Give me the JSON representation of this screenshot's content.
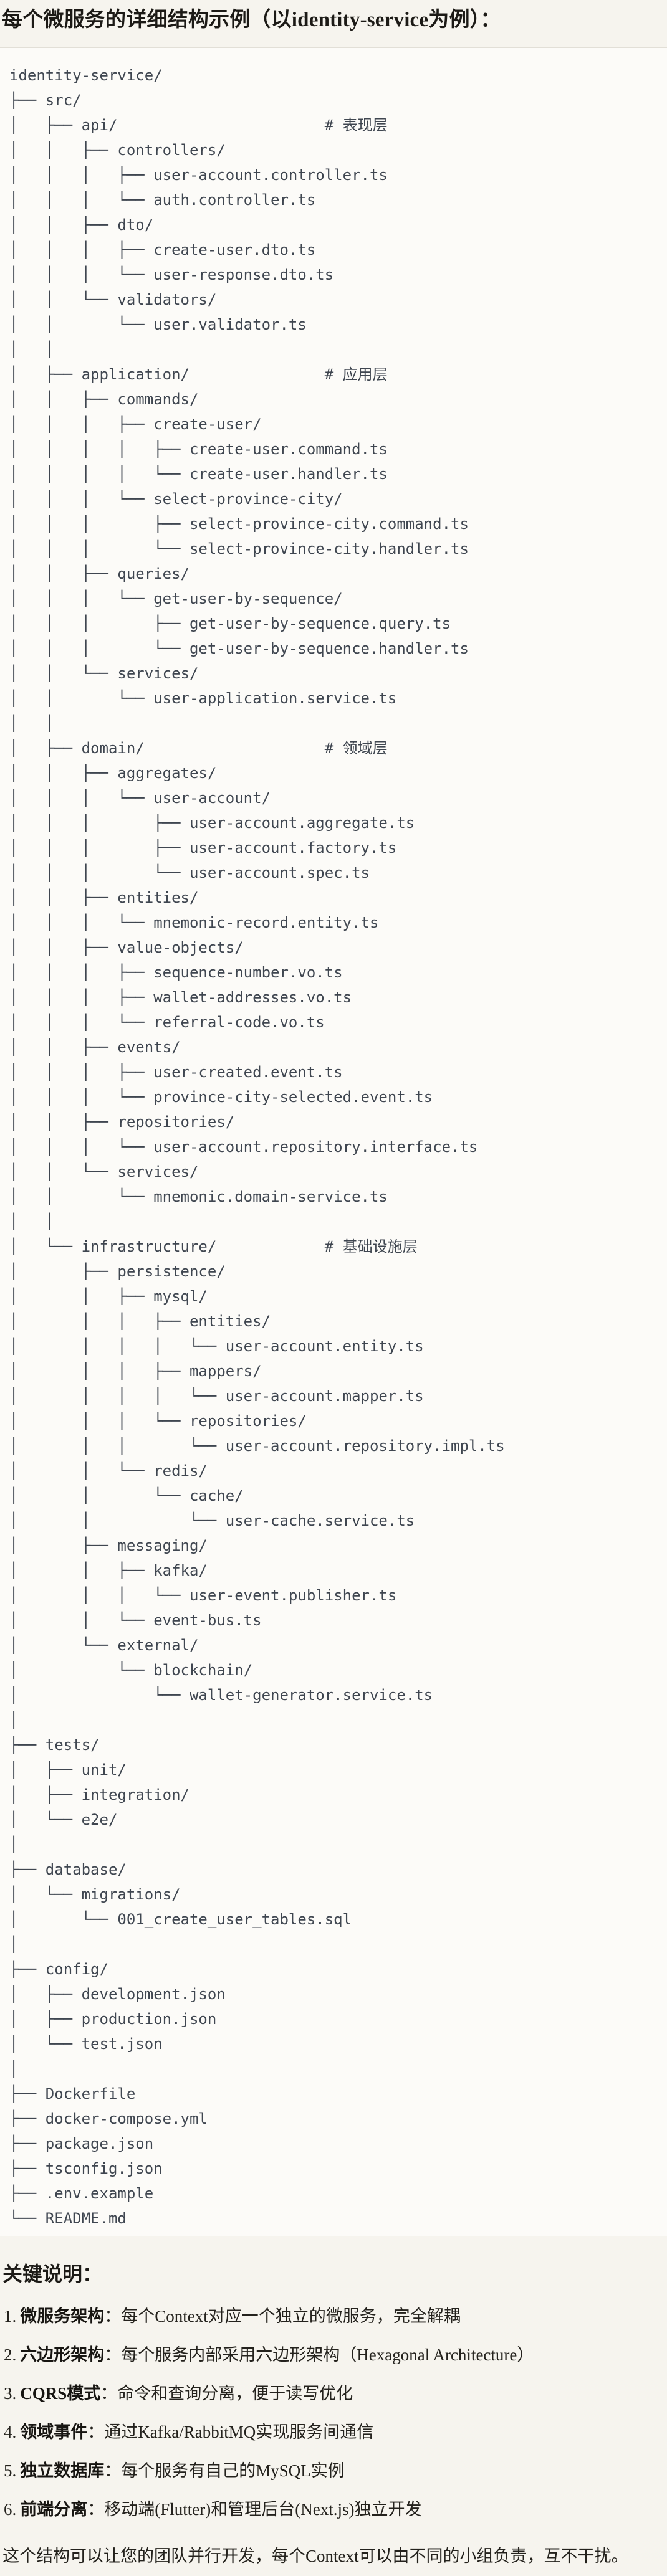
{
  "header": {
    "title": "每个微服务的详细结构示例（以identity-service为例）："
  },
  "tree": {
    "lines": [
      "identity-service/",
      "├── src/",
      "│   ├── api/                       # 表现层",
      "│   │   ├── controllers/",
      "│   │   │   ├── user-account.controller.ts",
      "│   │   │   └── auth.controller.ts",
      "│   │   ├── dto/",
      "│   │   │   ├── create-user.dto.ts",
      "│   │   │   └── user-response.dto.ts",
      "│   │   └── validators/",
      "│   │       └── user.validator.ts",
      "│   │",
      "│   ├── application/               # 应用层",
      "│   │   ├── commands/",
      "│   │   │   ├── create-user/",
      "│   │   │   │   ├── create-user.command.ts",
      "│   │   │   │   └── create-user.handler.ts",
      "│   │   │   └── select-province-city/",
      "│   │   │       ├── select-province-city.command.ts",
      "│   │   │       └── select-province-city.handler.ts",
      "│   │   ├── queries/",
      "│   │   │   └── get-user-by-sequence/",
      "│   │   │       ├── get-user-by-sequence.query.ts",
      "│   │   │       └── get-user-by-sequence.handler.ts",
      "│   │   └── services/",
      "│   │       └── user-application.service.ts",
      "│   │",
      "│   ├── domain/                    # 领域层",
      "│   │   ├── aggregates/",
      "│   │   │   └── user-account/",
      "│   │   │       ├── user-account.aggregate.ts",
      "│   │   │       ├── user-account.factory.ts",
      "│   │   │       └── user-account.spec.ts",
      "│   │   ├── entities/",
      "│   │   │   └── mnemonic-record.entity.ts",
      "│   │   ├── value-objects/",
      "│   │   │   ├── sequence-number.vo.ts",
      "│   │   │   ├── wallet-addresses.vo.ts",
      "│   │   │   └── referral-code.vo.ts",
      "│   │   ├── events/",
      "│   │   │   ├── user-created.event.ts",
      "│   │   │   └── province-city-selected.event.ts",
      "│   │   ├── repositories/",
      "│   │   │   └── user-account.repository.interface.ts",
      "│   │   └── services/",
      "│   │       └── mnemonic.domain-service.ts",
      "│   │",
      "│   └── infrastructure/            # 基础设施层",
      "│       ├── persistence/",
      "│       │   ├── mysql/",
      "│       │   │   ├── entities/",
      "│       │   │   │   └── user-account.entity.ts",
      "│       │   │   ├── mappers/",
      "│       │   │   │   └── user-account.mapper.ts",
      "│       │   │   └── repositories/",
      "│       │   │       └── user-account.repository.impl.ts",
      "│       │   └── redis/",
      "│       │       └── cache/",
      "│       │           └── user-cache.service.ts",
      "│       ├── messaging/",
      "│       │   ├── kafka/",
      "│       │   │   └── user-event.publisher.ts",
      "│       │   └── event-bus.ts",
      "│       └── external/",
      "│           └── blockchain/",
      "│               └── wallet-generator.service.ts",
      "│",
      "├── tests/",
      "│   ├── unit/",
      "│   ├── integration/",
      "│   └── e2e/",
      "│",
      "├── database/",
      "│   └── migrations/",
      "│       └── 001_create_user_tables.sql",
      "│",
      "├── config/",
      "│   ├── development.json",
      "│   ├── production.json",
      "│   └── test.json",
      "│",
      "├── Dockerfile",
      "├── docker-compose.yml",
      "├── package.json",
      "├── tsconfig.json",
      "├── .env.example",
      "└── README.md"
    ]
  },
  "notes": {
    "heading": "关键说明：",
    "items": [
      {
        "num": "1.",
        "label": "微服务架构",
        "text": "：每个Context对应一个独立的微服务，完全解耦"
      },
      {
        "num": "2.",
        "label": "六边形架构",
        "text": "：每个服务内部采用六边形架构（Hexagonal Architecture）"
      },
      {
        "num": "3.",
        "label": "CQRS模式",
        "text": "：命令和查询分离，便于读写优化"
      },
      {
        "num": "4.",
        "label": "领域事件",
        "text": "：通过Kafka/RabbitMQ实现服务间通信"
      },
      {
        "num": "5.",
        "label": "独立数据库",
        "text": "：每个服务有自己的MySQL实例"
      },
      {
        "num": "6.",
        "label": "前端分离",
        "text": "：移动端(Flutter)和管理后台(Next.js)独立开发"
      }
    ]
  },
  "footer": {
    "text": "这个结构可以让您的团队并行开发，每个Context可以由不同的小组负责，互不干扰。"
  }
}
